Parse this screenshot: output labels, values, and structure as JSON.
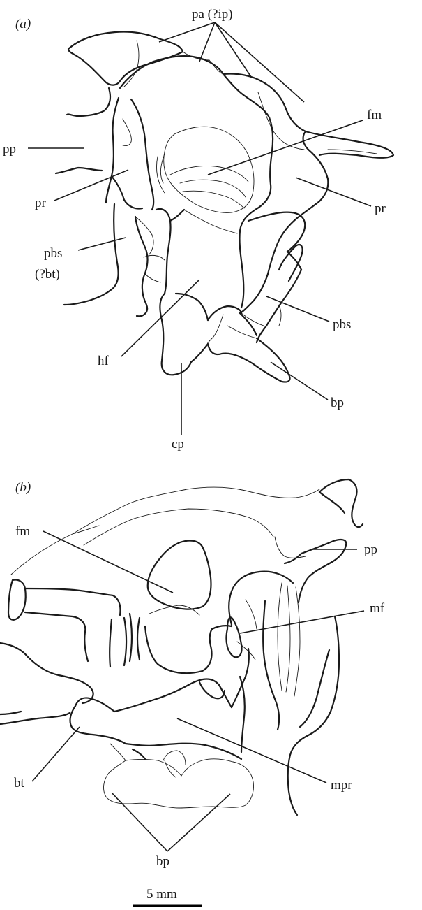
{
  "figure": {
    "panel_a": {
      "panel_label": "(a)",
      "labels": {
        "pa": "pa (?ip)",
        "fm": "fm",
        "pp": "pp",
        "pr_left": "pr",
        "pr_right": "pr",
        "pbs_left": "pbs",
        "pbs_left_alt": "(?bt)",
        "pbs_right": "pbs",
        "hf": "hf",
        "bp": "bp",
        "cp": "cp"
      }
    },
    "panel_b": {
      "panel_label": "(b)",
      "labels": {
        "fm": "fm",
        "pp": "pp",
        "mf": "mf",
        "bt": "bt",
        "mpr": "mpr",
        "bp": "bp"
      }
    },
    "scale_bar": {
      "label": "5 mm"
    }
  }
}
